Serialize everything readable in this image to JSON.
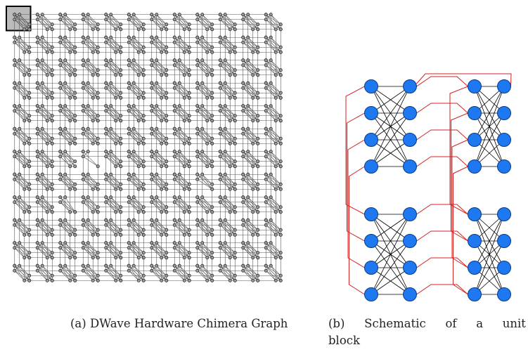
{
  "figure": {
    "panel_a": {
      "caption": "(a) DWave Hardware Chimera Graph",
      "grid_rows": 12,
      "grid_cols": 12,
      "qubits_per_side": 4,
      "missing_qubits": [
        {
          "row": 6,
          "col": 3,
          "side": "h",
          "index": 2
        },
        {
          "row": 6,
          "col": 3,
          "side": "h",
          "index": 3
        },
        {
          "row": 6,
          "col": 3,
          "side": "v",
          "index": 2
        },
        {
          "row": 6,
          "col": 2,
          "side": "v",
          "index": 3
        },
        {
          "row": 8,
          "col": 2,
          "side": "h",
          "index": 2
        },
        {
          "row": 8,
          "col": 2,
          "side": "v",
          "index": 0
        },
        {
          "row": 7,
          "col": 8,
          "side": "v",
          "index": 2
        }
      ],
      "highlighted_cell": {
        "row": 0,
        "col": 0
      },
      "colors": {
        "node_fill": "#999999",
        "node_stroke": "#222222",
        "edge": "#555555",
        "highlight_fill": "#bbbbbb"
      }
    },
    "panel_b": {
      "caption_line1_words": [
        "(b)",
        "Schematic",
        "of",
        "a",
        "unit"
      ],
      "caption_line2": "block",
      "cells": 4,
      "nodes_per_column": 4,
      "colors": {
        "node_fill": "#1e78f0",
        "node_stroke": "#0a3a8a",
        "internal_edge": "#000000",
        "inter_edge": "#d62020"
      }
    }
  }
}
